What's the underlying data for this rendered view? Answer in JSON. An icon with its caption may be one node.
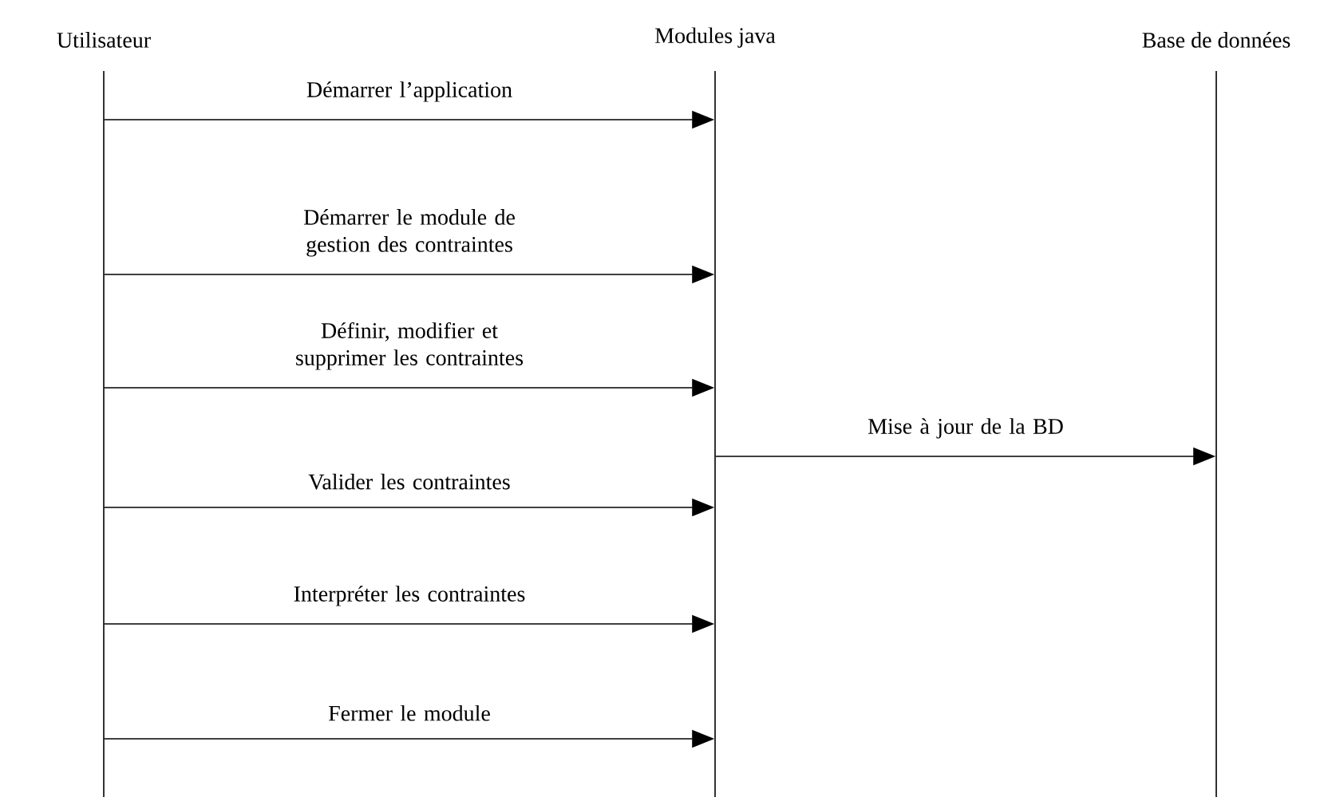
{
  "diagram": {
    "nodes": [
      {
        "text": [
          "Utilisateur"
        ]
      },
      {
        "text": [
          "Modules java"
        ]
      },
      {
        "text": [
          "Base de données"
        ]
      }
    ],
    "edges": [
      {
        "from": 0,
        "to": 1,
        "arrow": "to",
        "label": "Démarrer l’application"
      },
      {
        "from": 0,
        "to": 1,
        "arrow": "to",
        "label": "Démarrer le module de gestion des contraintes"
      },
      {
        "from": 0,
        "to": 1,
        "arrow": "to",
        "label": "Définir, modifier et supprimer les contraintes"
      },
      {
        "from": 1,
        "to": 2,
        "arrow": "to",
        "label": "Mise à jour de la BD"
      },
      {
        "from": 0,
        "to": 1,
        "arrow": "to",
        "label": "Valider les contraintes"
      },
      {
        "from": 0,
        "to": 1,
        "arrow": "to",
        "label": "Interpréter les contraintes"
      },
      {
        "from": 0,
        "to": 1,
        "arrow": "to",
        "label": "Fermer le module"
      }
    ]
  }
}
